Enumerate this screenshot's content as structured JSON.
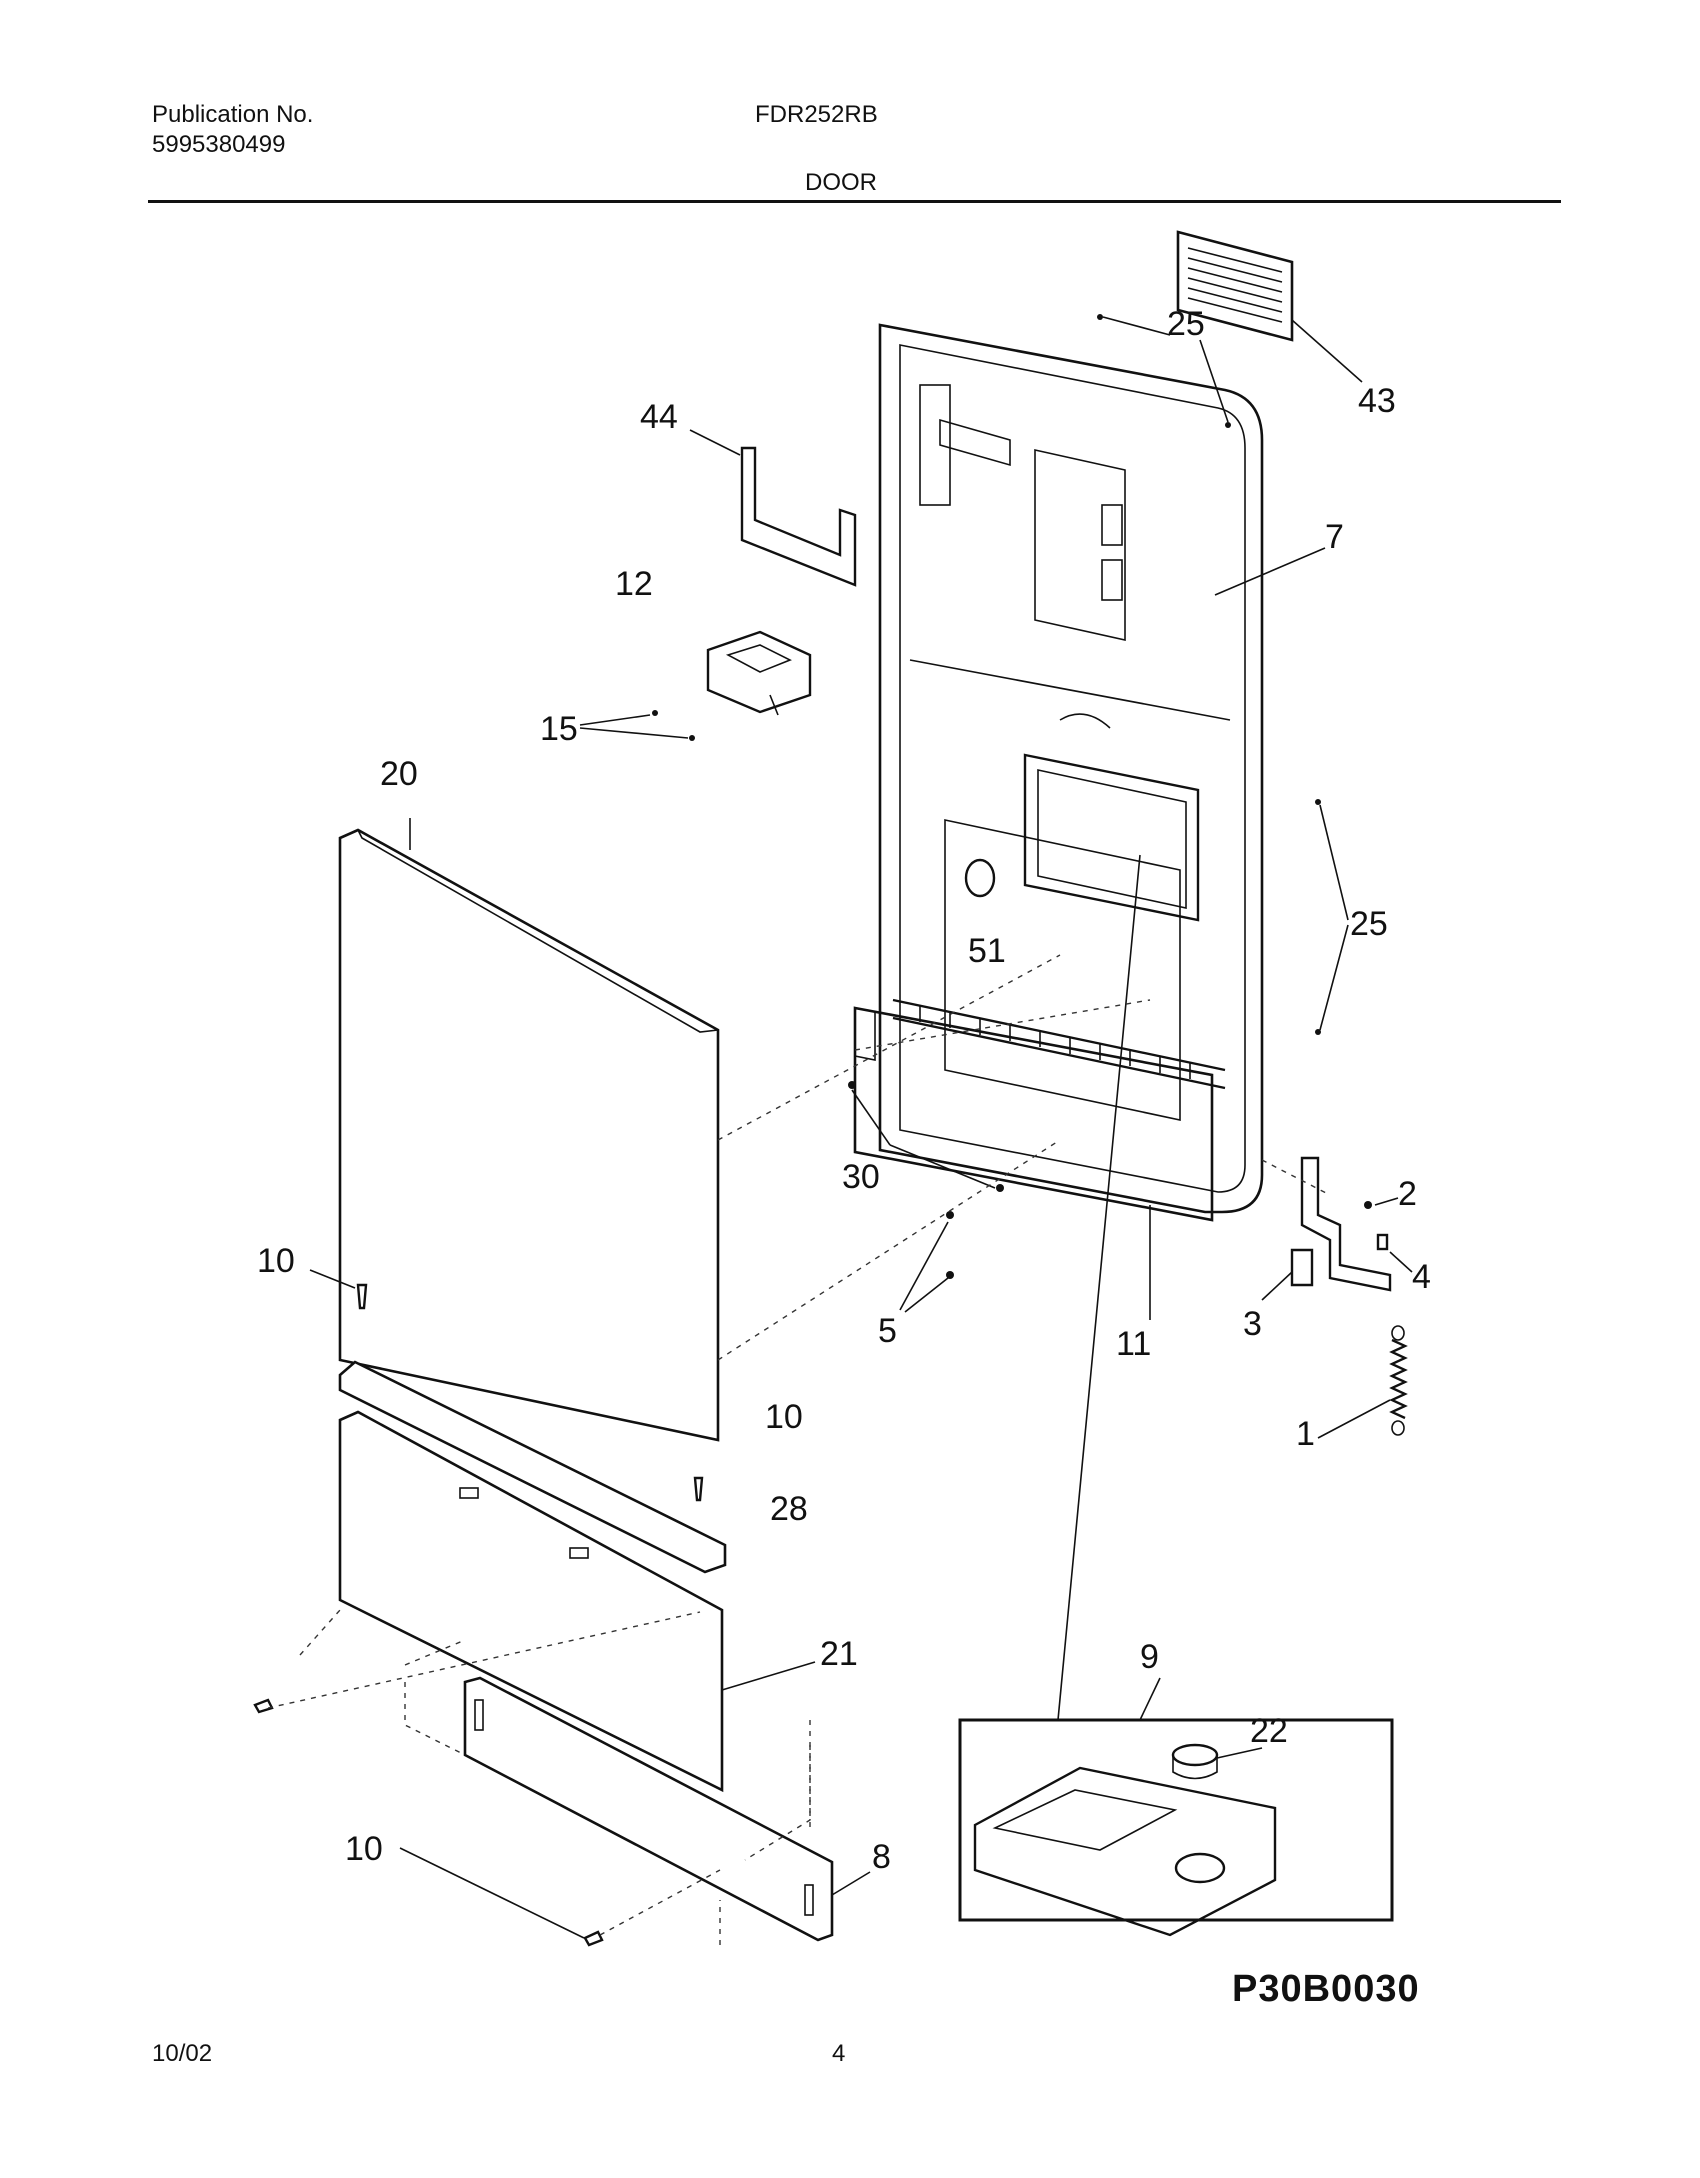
{
  "header": {
    "publication_label": "Publication No.",
    "publication_number": "5995380499",
    "model": "FDR252RB",
    "section": "DOOR"
  },
  "footer": {
    "date": "10/02",
    "page": "4",
    "diagram_code": "P30B0030"
  },
  "callouts": {
    "c1": "1",
    "c2": "2",
    "c3": "3",
    "c4": "4",
    "c5": "5",
    "c7": "7",
    "c8": "8",
    "c9": "9",
    "c10a": "10",
    "c10b": "10",
    "c10c": "10",
    "c11": "11",
    "c12": "12",
    "c15": "15",
    "c20": "20",
    "c21": "21",
    "c22": "22",
    "c25a": "25",
    "c25b": "25",
    "c28": "28",
    "c30": "30",
    "c43": "43",
    "c44": "44",
    "c51": "51"
  }
}
